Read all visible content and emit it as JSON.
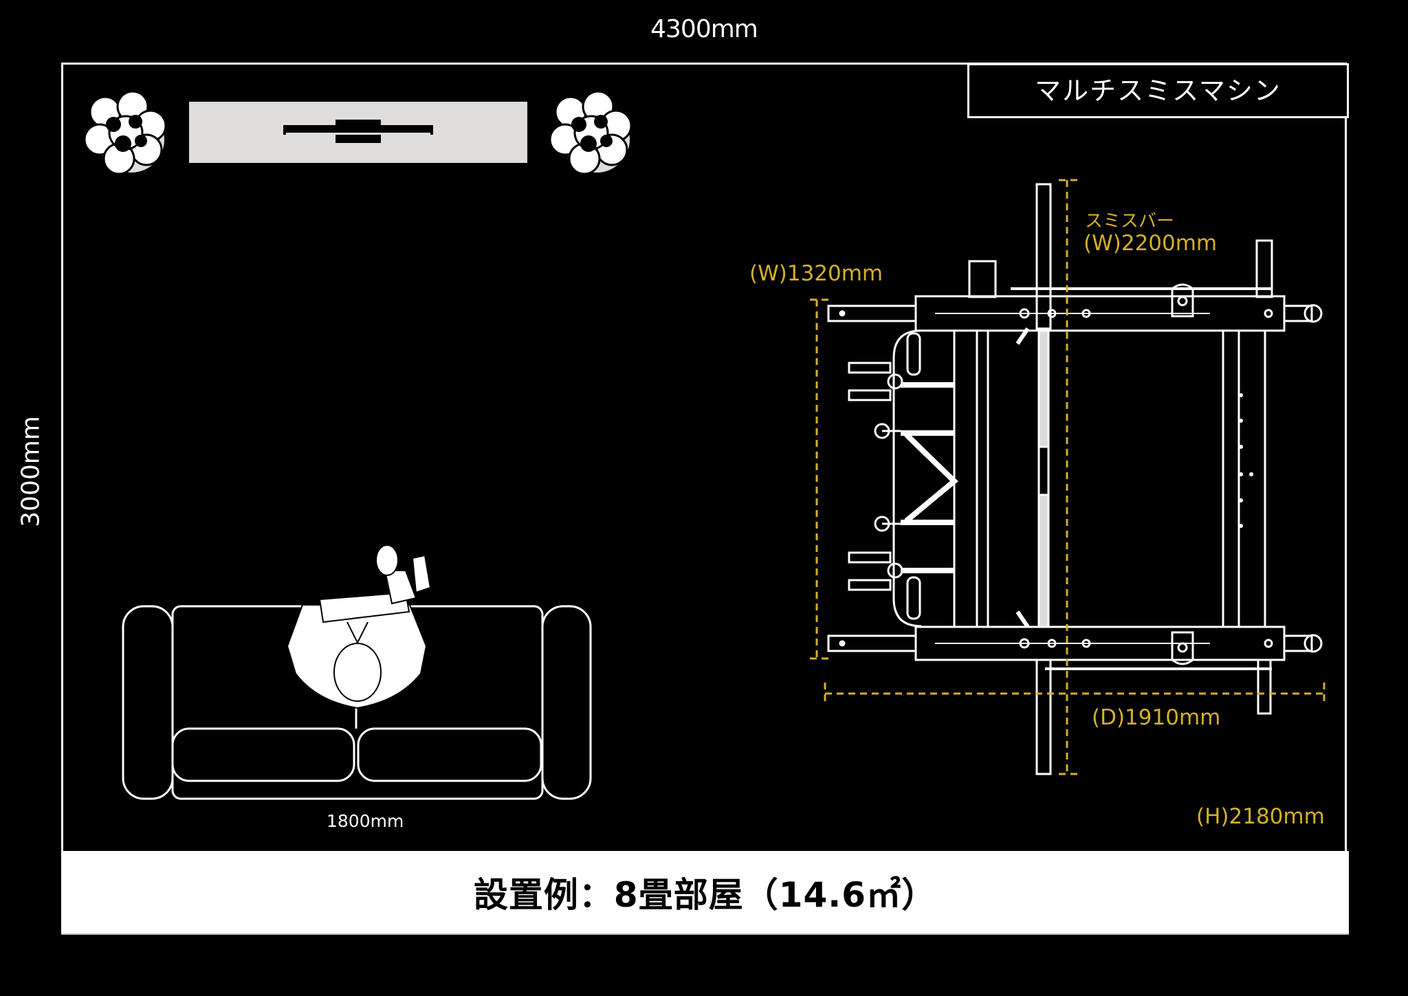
{
  "room": {
    "width_label": "4300mm",
    "depth_label": "3000mm",
    "caption": "設置例：8畳部屋（14.6㎡）"
  },
  "machine": {
    "name": "マルチスミスマシン",
    "smith_bar_label": "スミスバー",
    "smith_bar_width": "(W)2200mm",
    "width": "(W)1320mm",
    "depth": "(D)1910mm",
    "height": "(H)2180mm"
  },
  "furniture": {
    "sofa_width": "1800mm",
    "items": [
      "tv-stand",
      "plant-left",
      "plant-right",
      "sofa",
      "person"
    ]
  },
  "colors": {
    "background": "#000000",
    "line": "#ffffff",
    "dimension": "#d4b028",
    "tv_stand": "#e0dedc"
  }
}
